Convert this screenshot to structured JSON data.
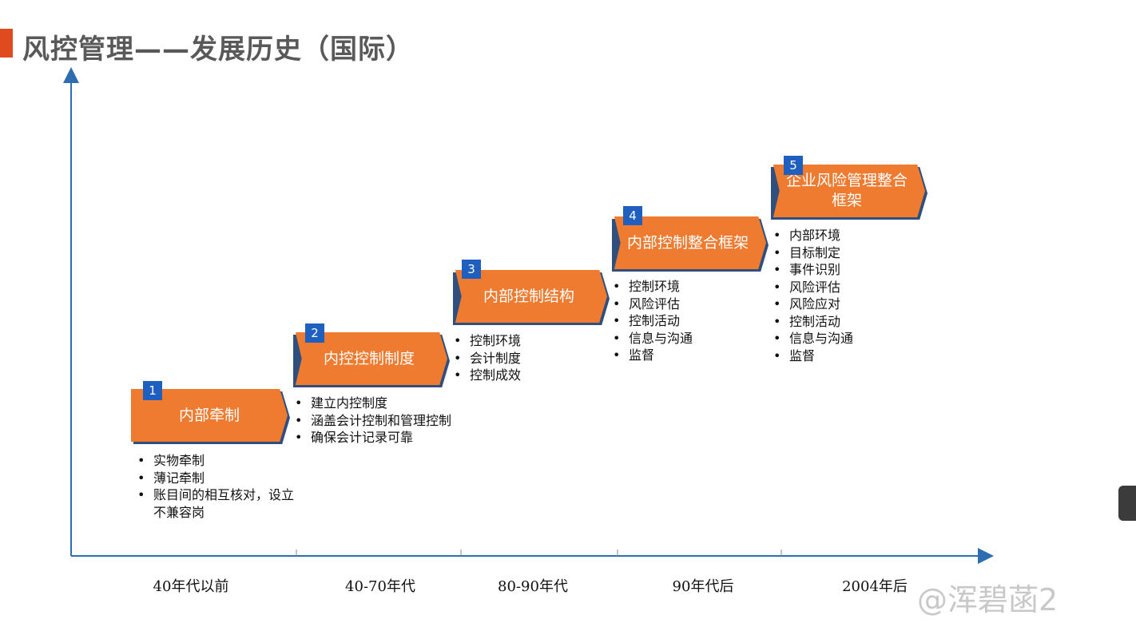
{
  "title": "风控管理——发展历史（国际）",
  "accent_color": "#ee7b30",
  "number_color": "#1f5fbf",
  "stages": [
    {
      "num": "1",
      "label": "内部牵制",
      "items": [
        "实物牵制",
        "薄记牵制",
        "账目间的相互核对，设立不兼容岗"
      ]
    },
    {
      "num": "2",
      "label": "内控控制制度",
      "items": [
        "建立内控制度",
        "涵盖会计控制和管理控制",
        "确保会计记录可靠"
      ]
    },
    {
      "num": "3",
      "label": "内部控制结构",
      "items": [
        "控制环境",
        "会计制度",
        "控制成效"
      ]
    },
    {
      "num": "4",
      "label": "内部控制整合框架",
      "items": [
        "控制环境",
        "风险评估",
        "控制活动",
        "信息与沟通",
        "监督"
      ]
    },
    {
      "num": "5",
      "label": "企业风险管理整合框架",
      "items": [
        "内部环境",
        "目标制定",
        "事件识别",
        "风险评估",
        "风险应对",
        "控制活动",
        "信息与沟通",
        "监督"
      ]
    }
  ],
  "periods": [
    "40年代以前",
    "40-70年代",
    "80-90年代",
    "90年代后",
    "2004年后"
  ],
  "watermark": "@浑碧菡2"
}
